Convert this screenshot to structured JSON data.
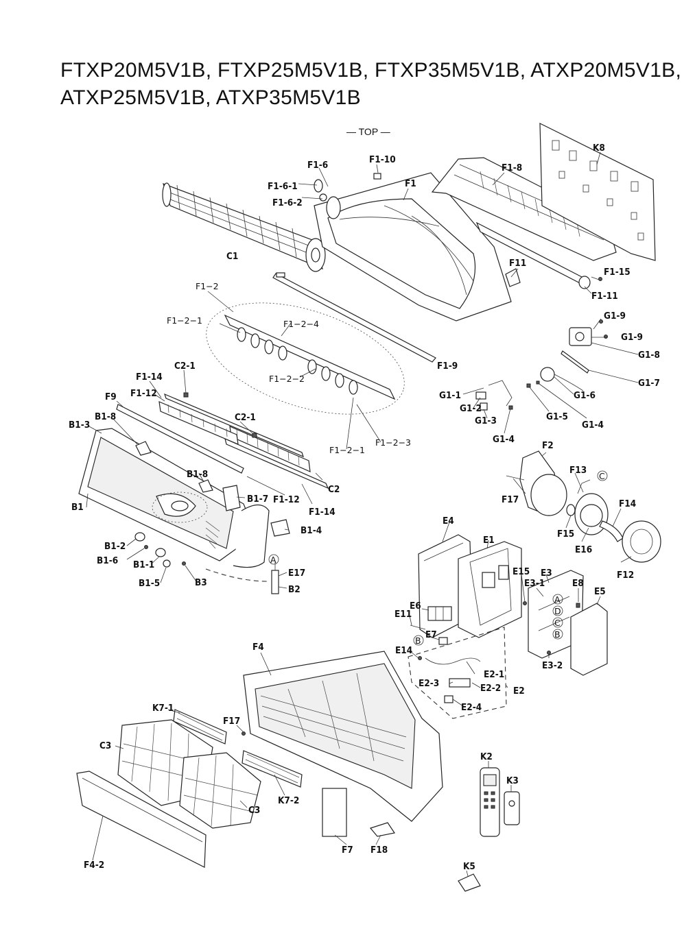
{
  "title": {
    "line1": "FTXP20M5V1B, FTXP25M5V1B, FTXP35M5V1B, ATXP20M5V1B,",
    "line2": "ATXP25M5V1B, ATXP35M5V1B"
  },
  "orientation_label": "— TOP —",
  "parts": {
    "K8": "K8",
    "F1_10": "F1-10",
    "F1_6": "F1-6",
    "F1_6_1": "F1-6-1",
    "F1_6_2": "F1-6-2",
    "F1": "F1",
    "F1_8": "F1-8",
    "C1": "C1",
    "F11": "F11",
    "F1_15": "F1-15",
    "F1_11": "F1-11",
    "F1_2": "F1−2",
    "F1_2_1a": "F1−2−1",
    "F1_2_4": "F1−2−4",
    "F1_2_2": "F1−2−2",
    "F1_9": "F1-9",
    "F1_2_1b": "F1−2−1",
    "F1_2_3": "F1−2−3",
    "G1_9a": "G1-9",
    "G1_9b": "G1-9",
    "G1_8": "G1-8",
    "G1_7": "G1-7",
    "G1_6": "G1-6",
    "G1_1": "G1-1",
    "G1_2": "G1-2",
    "G1_3": "G1-3",
    "G1_5": "G1-5",
    "G1_4a": "G1-4",
    "G1_4b": "G1-4",
    "C2_1a": "C2-1",
    "C2_1b": "C2-1",
    "F1_14a": "F1-14",
    "F1_14b": "F1-14",
    "F1_12a": "F1-12",
    "F1_12b": "F1-12",
    "F9": "F9",
    "B1_8a": "B1-8",
    "B1_8b": "B1-8",
    "B1_3": "B1-3",
    "B1": "B1",
    "B1_7": "B1-7",
    "C2": "C2",
    "B1_4": "B1-4",
    "B1_2": "B1-2",
    "B1_6": "B1-6",
    "B1_1": "B1-1",
    "B1_5": "B1-5",
    "B3": "B3",
    "E17": "E17",
    "B2": "B2",
    "F2": "F2",
    "F13": "F13",
    "F17a": "F17",
    "F14": "F14",
    "F15": "F15",
    "E16": "E16",
    "F12": "F12",
    "E4": "E4",
    "E1": "E1",
    "E15": "E15",
    "E3": "E3",
    "E3_1": "E3-1",
    "E8": "E8",
    "E5": "E5",
    "E6": "E6",
    "E11": "E11",
    "E7": "E7",
    "E14": "E14",
    "E2_1": "E2-1",
    "E2_3": "E2-3",
    "E2_2": "E2-2",
    "E2": "E2",
    "E2_4": "E2-4",
    "E3_2": "E3-2",
    "F4": "F4",
    "K7_1": "K7-1",
    "F17b": "F17",
    "C3a": "C3",
    "C3b": "C3",
    "K7_2": "K7-2",
    "F4_2": "F4-2",
    "F7": "F7",
    "F18": "F18",
    "K2": "K2",
    "K3": "K3",
    "K5": "K5"
  },
  "connectors": {
    "A1": "A",
    "C1": "C",
    "B1": "B",
    "A2": "A",
    "D": "D",
    "C2": "C",
    "B2": "B"
  }
}
